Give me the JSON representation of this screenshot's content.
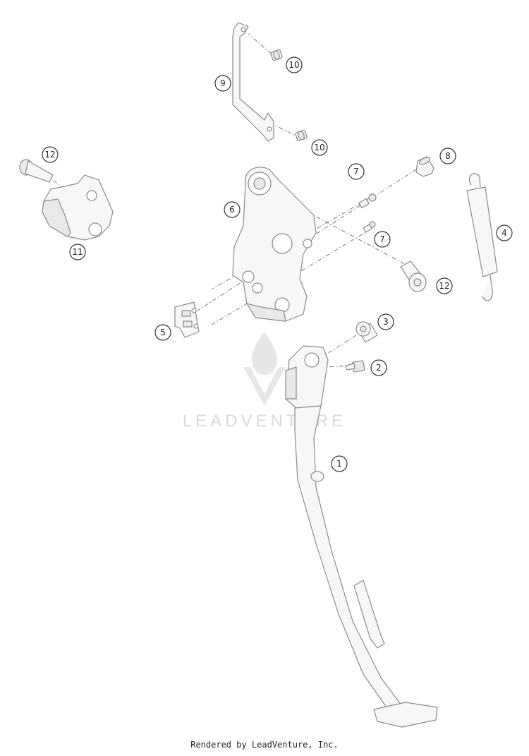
{
  "callouts": [
    {
      "id": "1",
      "label": "1"
    },
    {
      "id": "2",
      "label": "2"
    },
    {
      "id": "3",
      "label": "3"
    },
    {
      "id": "4",
      "label": "4"
    },
    {
      "id": "5",
      "label": "5"
    },
    {
      "id": "6",
      "label": "6"
    },
    {
      "id": "7a",
      "label": "7"
    },
    {
      "id": "7b",
      "label": "7"
    },
    {
      "id": "8",
      "label": "8"
    },
    {
      "id": "9",
      "label": "9"
    },
    {
      "id": "10a",
      "label": "10"
    },
    {
      "id": "10b",
      "label": "10"
    },
    {
      "id": "11",
      "label": "11"
    },
    {
      "id": "12a",
      "label": "12"
    },
    {
      "id": "12b",
      "label": "12"
    }
  ],
  "watermark": {
    "text": "LEADVENTURE"
  },
  "footer": {
    "text": "Rendered by LeadVenture, Inc."
  }
}
